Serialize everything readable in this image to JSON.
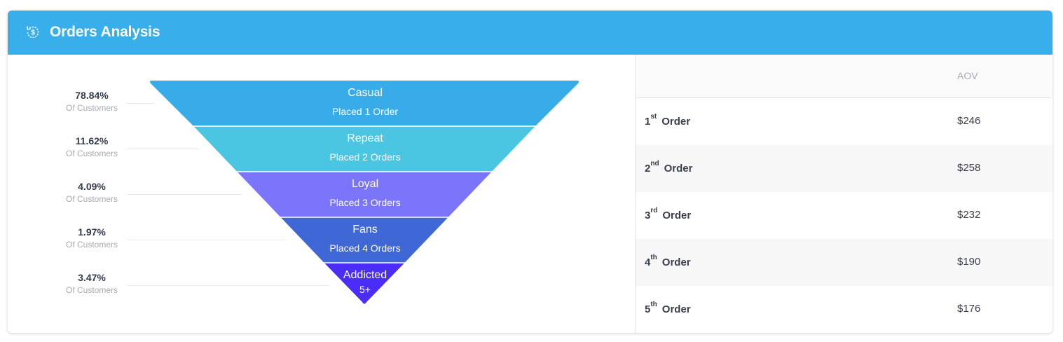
{
  "header": {
    "title": "Orders Analysis",
    "icon": "dollar-refresh-icon",
    "bg": "#38afea"
  },
  "funnel": [
    {
      "name": "Casual",
      "desc": "Placed 1 Order",
      "pct": "78.84%",
      "sub": "Of Customers",
      "color": "#38ace8"
    },
    {
      "name": "Repeat",
      "desc": "Placed 2 Orders",
      "pct": "11.62%",
      "sub": "Of Customers",
      "color": "#4bc6e2"
    },
    {
      "name": "Loyal",
      "desc": "Placed 3 Orders",
      "pct": "4.09%",
      "sub": "Of Customers",
      "color": "#7a75fa"
    },
    {
      "name": "Fans",
      "desc": "Placed 4 Orders",
      "pct": "1.97%",
      "sub": "Of Customers",
      "color": "#4067d6"
    },
    {
      "name": "Addicted",
      "desc": "5+",
      "pct": "3.47%",
      "sub": "Of Customers",
      "color": "#4a2ef7"
    }
  ],
  "table": {
    "header_aov": "AOV",
    "order_word": "Order",
    "rows": [
      {
        "num": "1",
        "suffix": "st",
        "aov": "$246"
      },
      {
        "num": "2",
        "suffix": "nd",
        "aov": "$258"
      },
      {
        "num": "3",
        "suffix": "rd",
        "aov": "$232"
      },
      {
        "num": "4",
        "suffix": "th",
        "aov": "$190"
      },
      {
        "num": "5",
        "suffix": "th",
        "aov": "$176"
      }
    ]
  }
}
